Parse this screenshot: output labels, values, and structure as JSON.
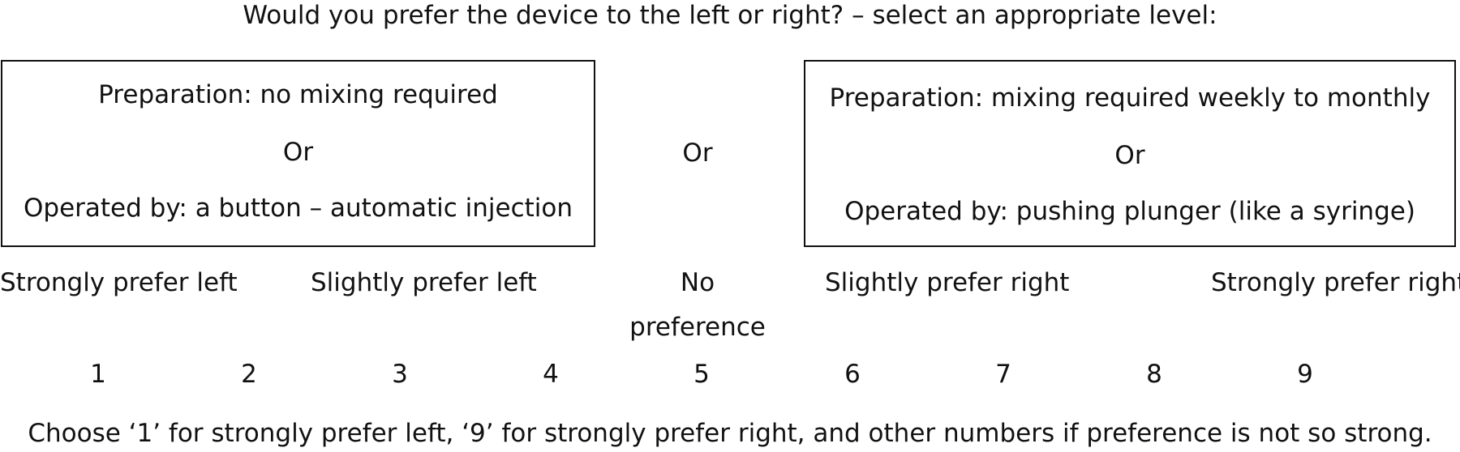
{
  "question": "Would you prefer the device to the left or right? – select an appropriate level:",
  "left_option": {
    "preparation": "Preparation: no mixing required",
    "or": "Or",
    "operation": "Operated by: a button – automatic injection"
  },
  "middle_or": "Or",
  "right_option": {
    "preparation": "Preparation: mixing required weekly to monthly",
    "or": "Or",
    "operation": "Operated by: pushing plunger (like a syringe)"
  },
  "scale_labels": {
    "strongly_left": "Strongly prefer left",
    "slightly_left": "Slightly prefer left",
    "no_preference": "No preference",
    "slightly_right": "Slightly prefer right",
    "strongly_right": "Strongly prefer right"
  },
  "scale_numbers": [
    "1",
    "2",
    "3",
    "4",
    "5",
    "6",
    "7",
    "8",
    "9"
  ],
  "instruction": "Choose ‘1’ for strongly prefer left, ‘9’ for strongly prefer right, and other numbers if preference is not so strong."
}
